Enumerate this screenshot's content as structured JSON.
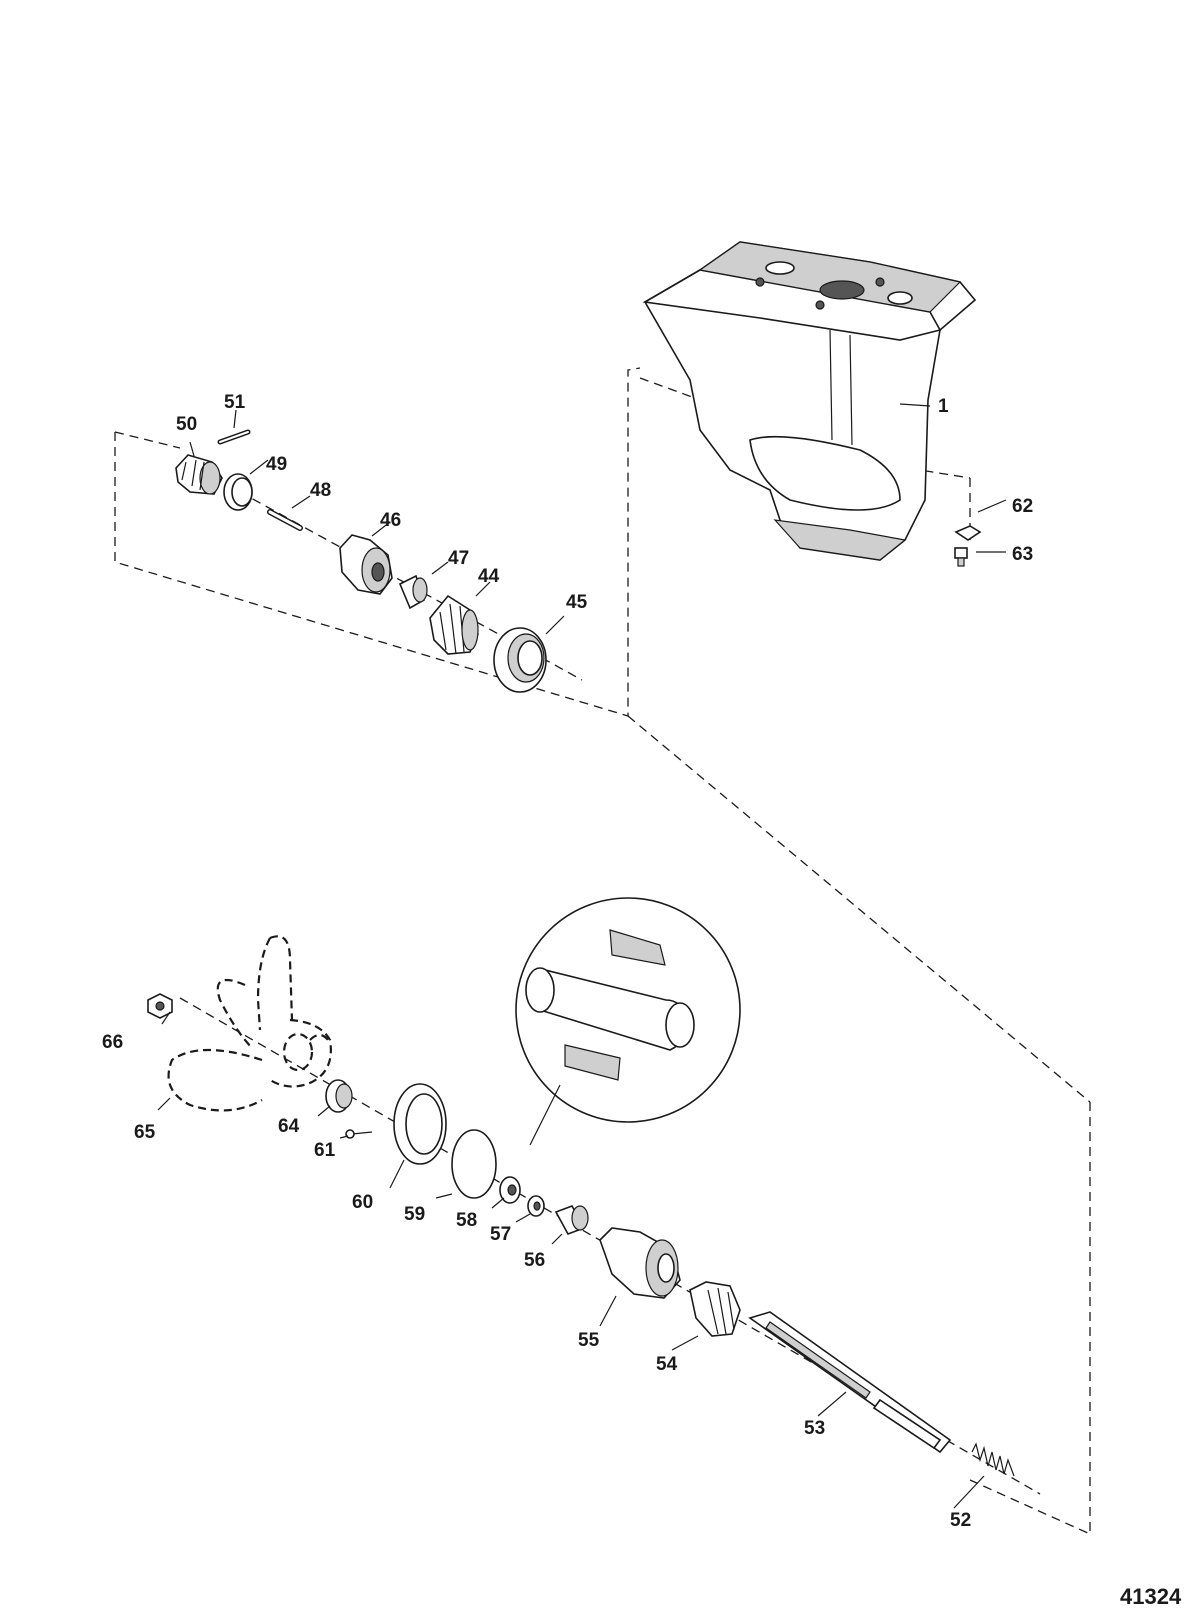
{
  "figure_number": "41324",
  "parts": [
    {
      "id": "p1",
      "label": "1",
      "icon": "gear-housing-icon"
    },
    {
      "id": "p44",
      "label": "44",
      "icon": "tapered-roller-bearing-icon"
    },
    {
      "id": "p45",
      "label": "45",
      "icon": "bearing-race-icon"
    },
    {
      "id": "p46",
      "label": "46",
      "icon": "pinion-gear-icon"
    },
    {
      "id": "p47",
      "label": "47",
      "icon": "bushing-icon"
    },
    {
      "id": "p48",
      "label": "48",
      "icon": "pin-icon"
    },
    {
      "id": "p49",
      "label": "49",
      "icon": "ring-icon"
    },
    {
      "id": "p50",
      "label": "50",
      "icon": "clutch-icon"
    },
    {
      "id": "p51",
      "label": "51",
      "icon": "pin-icon"
    },
    {
      "id": "p52",
      "label": "52",
      "icon": "spring-icon"
    },
    {
      "id": "p53",
      "label": "53",
      "icon": "propeller-shaft-icon"
    },
    {
      "id": "p54",
      "label": "54",
      "icon": "forward-gear-icon"
    },
    {
      "id": "p55",
      "label": "55",
      "icon": "bearing-carrier-icon"
    },
    {
      "id": "p56",
      "label": "56",
      "icon": "bushing-icon"
    },
    {
      "id": "p57",
      "label": "57",
      "icon": "washer-icon"
    },
    {
      "id": "p58",
      "label": "58",
      "icon": "seal-icon"
    },
    {
      "id": "p59",
      "label": "59",
      "icon": "o-ring-icon"
    },
    {
      "id": "p60",
      "label": "60",
      "icon": "retainer-ring-icon"
    },
    {
      "id": "p61",
      "label": "61",
      "icon": "cotter-pin-icon"
    },
    {
      "id": "p62",
      "label": "62",
      "icon": "washer-icon"
    },
    {
      "id": "p63",
      "label": "63",
      "icon": "screw-icon"
    },
    {
      "id": "p64",
      "label": "64",
      "icon": "thrust-hub-icon"
    },
    {
      "id": "p65",
      "label": "65",
      "icon": "propeller-icon"
    },
    {
      "id": "p66",
      "label": "66",
      "icon": "nut-icon"
    }
  ]
}
